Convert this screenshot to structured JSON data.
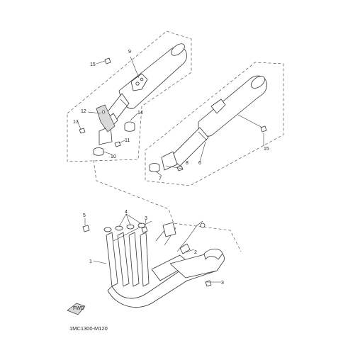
{
  "diagram": {
    "drawing_code": "1MC1300-M120",
    "front_badge": "FWD",
    "colors": {
      "line": "#333333",
      "fill": "#ffffff",
      "shade": "#d9d9d9"
    },
    "callouts": {
      "c1": "1",
      "c2": "2",
      "c3a": "3",
      "c3b": "3",
      "c4": "4",
      "c5": "5",
      "c6": "6",
      "c7": "7",
      "c8": "8",
      "c9": "9",
      "c10": "10",
      "c11": "11",
      "c12": "12",
      "c13": "13",
      "c14": "14",
      "c15a": "15",
      "c15b": "15"
    }
  }
}
